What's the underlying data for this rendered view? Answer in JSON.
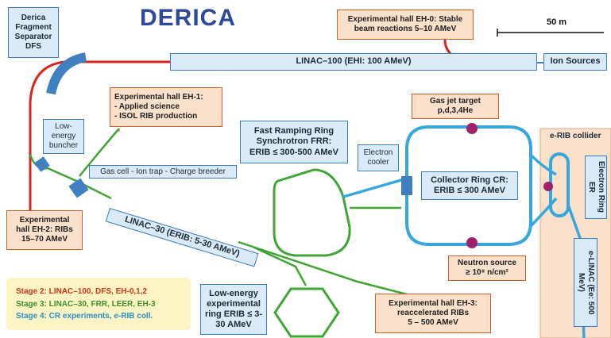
{
  "title": "DERICA",
  "scale_label": "50 m",
  "boxes": {
    "dfs": "Derica Fragment Separator DFS",
    "dfs_lines": [
      "Derica",
      "Fragment",
      "Separator",
      "DFS"
    ],
    "eh0_lines": [
      "Experimental hall EH-0: Stable",
      "beam reactions 5–10 AMeV"
    ],
    "linac100": "LINAC–100 (EHI: 100 AMeV)",
    "ion_sources": "Ion Sources",
    "eh1_lines": [
      "Experimental hall EH-1:",
      "- Applied science",
      "- ISOL RIB production"
    ],
    "buncher_lines": [
      "Low-",
      "energy",
      "buncher"
    ],
    "gas_cell": "Gas cell - Ion trap - Charge breeder",
    "frr_lines": [
      "Fast Ramping Ring",
      "Synchrotron FRR:",
      "ERIB ≤ 300-500 AMeV"
    ],
    "gas_jet_lines": [
      "Gas jet target",
      "p,d,3,4He"
    ],
    "e_cooler_lines": [
      "Electron",
      "cooler"
    ],
    "cr_lines": [
      "Collector Ring CR:",
      "ERIB ≤ 300 AMeV"
    ],
    "erib_collider": "e-RIB collider",
    "electron_ring": "Electron Ring ER",
    "eh2_lines": [
      "Experimental",
      "hall EH-2: RIBs",
      "15–70 AMeV"
    ],
    "linac30": "LINAC–30 (ERIB: 5-30 AMeV)",
    "neutron_lines": [
      "Neutron source",
      "≥ 10⁸ n/cm²"
    ],
    "elinac": "e-LINAC (Ee: 500 MeV)",
    "leer_lines": [
      "Low-energy",
      "experimental",
      "ring ERIB ≤ 3-",
      "30 AMeV"
    ],
    "eh3_lines": [
      "Experimental hall EH-3:",
      "reaccelerated RIBs",
      "5 – 500 AMeV"
    ]
  },
  "legend": [
    {
      "text": "Stage 2: LINAC–100, DFS, EH-0,1,2",
      "color": "#d0321c"
    },
    {
      "text": "Stage 3: LINAC–30, FRR, LEER, EH-3",
      "color": "#3c8f2a"
    },
    {
      "text": "Stage 4: CR experiments, e-RIB coll.",
      "color": "#2a8fc9"
    }
  ],
  "colors": {
    "beamline_red": "#d7261e",
    "beamline_green": "#3fa535",
    "ring_blue": "#35a7dc",
    "target_purple": "#a0206e",
    "device_blue": "#3f7fc2",
    "box_orange": "#fbe0cc"
  }
}
